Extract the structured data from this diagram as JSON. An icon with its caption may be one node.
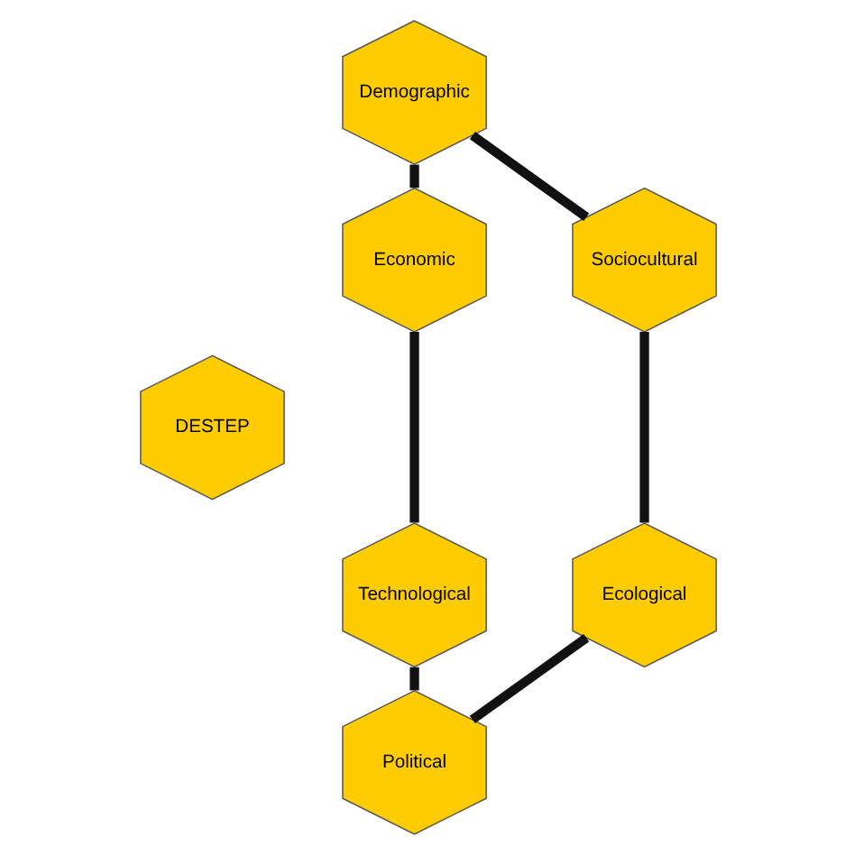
{
  "diagram": {
    "nodes": [
      {
        "text": [
          "Demographic"
        ]
      },
      {
        "text": [
          "Economic"
        ]
      },
      {
        "text": [
          "Sociocultural"
        ]
      },
      {
        "text": [
          "DESTEP"
        ]
      },
      {
        "text": [
          "Technological"
        ]
      },
      {
        "text": [
          "Ecological"
        ]
      },
      {
        "text": [
          "Political"
        ]
      }
    ],
    "edges": [
      {
        "from": 0,
        "to": 2,
        "arrow": "none"
      },
      {
        "from": 2,
        "to": 5,
        "arrow": "none"
      },
      {
        "from": 5,
        "to": 6,
        "arrow": "none"
      },
      {
        "from": 6,
        "to": 4,
        "arrow": "none"
      },
      {
        "from": 4,
        "to": 1,
        "arrow": "none"
      },
      {
        "from": 1,
        "to": 0,
        "arrow": "none"
      }
    ]
  }
}
